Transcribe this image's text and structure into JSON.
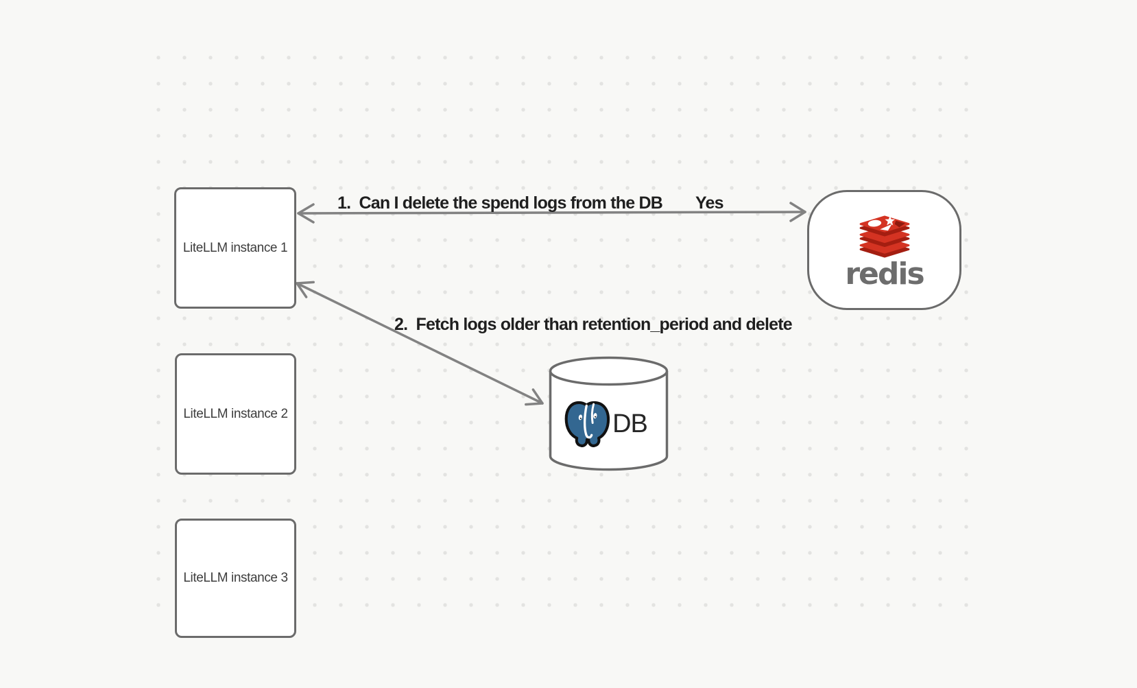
{
  "canvas": {
    "background_color": "#f8f8f6",
    "dot_grid_color": "#e3e3e1"
  },
  "nodes": {
    "instance1": {
      "label": "LiteLLM instance 1"
    },
    "instance2": {
      "label": "LiteLLM instance 2"
    },
    "instance3": {
      "label": "LiteLLM instance 3"
    },
    "redis": {
      "label": "redis",
      "icon": "redis-logo-icon",
      "brand_red": "#d43322",
      "brand_red_dark": "#a41e11",
      "wordmark_color": "#6d6d6d"
    },
    "db": {
      "label": "DB",
      "icon": "postgresql-logo-icon",
      "postgres_blue": "#336791"
    }
  },
  "edges": {
    "edge1": {
      "label": "1.  Can I delete the spend logs from the DB",
      "answer": "Yes",
      "from": "redis",
      "to": "instance1"
    },
    "edge2": {
      "label": "2.  Fetch logs older than retention_period and delete",
      "from": "instance1",
      "to": "db"
    }
  },
  "style": {
    "node_border_color": "#6b6b6b",
    "arrow_color": "#828282",
    "edge_label_color": "#1f1f1f",
    "node_label_color": "#3d3d3d"
  }
}
